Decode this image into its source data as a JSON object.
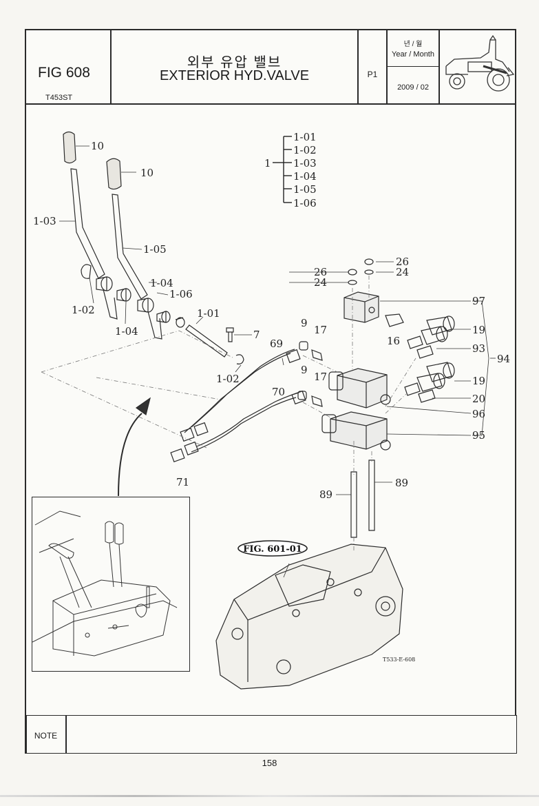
{
  "header": {
    "fig_label": "FIG 608",
    "model": "T453ST",
    "title_ko": "외부 유압 밸브",
    "title_en": "EXTERIOR HYD.VALVE",
    "page_code": "P1",
    "year_month_ko": "년 / 월",
    "year_month_en": "Year / Month",
    "date": "2009 / 02"
  },
  "diagram": {
    "callouts": {
      "c10a": "10",
      "c10b": "10",
      "c103": "1-03",
      "c105": "1-05",
      "c104a": "1-04",
      "c106": "1-06",
      "c102a": "1-02",
      "c104b": "1-04",
      "c101": "1-01",
      "c7": "7",
      "c102b": "1-02",
      "c69": "69",
      "c70": "70",
      "c71": "71",
      "c9a": "9",
      "c17a": "17",
      "c9b": "9",
      "c17b": "17",
      "c26a": "26",
      "c24a": "24",
      "c26b": "26",
      "c24b": "24",
      "c97": "97",
      "c16": "16",
      "c19a": "19",
      "c93": "93",
      "c94": "94",
      "c19b": "19",
      "c20": "20",
      "c96": "96",
      "c95": "95",
      "c89a": "89",
      "c89b": "89"
    },
    "assembly_root": "1",
    "assembly_parts": [
      "1-01",
      "1-02",
      "1-03",
      "1-04",
      "1-05",
      "1-06"
    ],
    "fig_ref": "FIG. 601-01",
    "drawing_code": "T533-E-608"
  },
  "footer": {
    "note_label": "NOTE",
    "page_number": "158"
  }
}
